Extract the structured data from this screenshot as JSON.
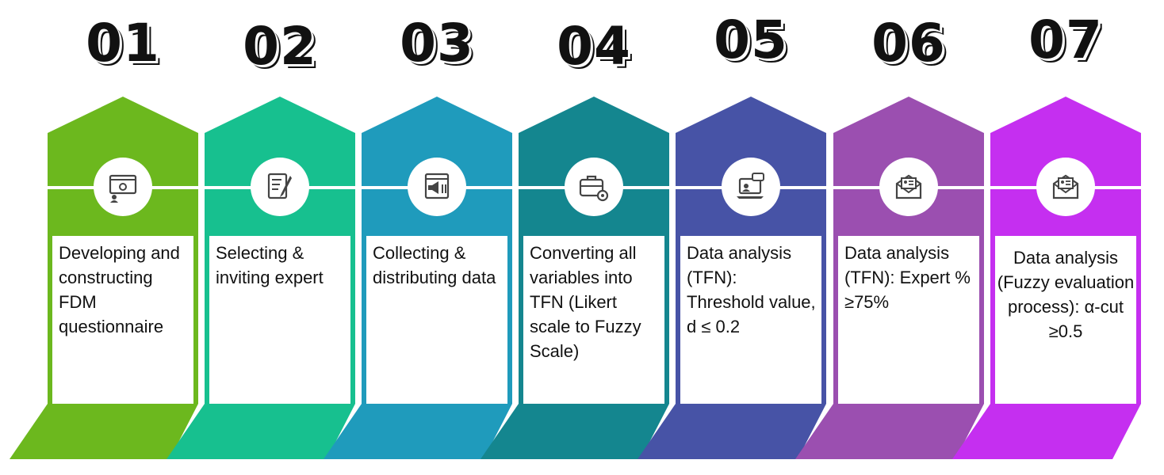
{
  "steps": [
    {
      "number": "01",
      "label": "Developing and constructing FDM questionnaire",
      "color": "#6cb81e",
      "dark": "#5aa10f",
      "icon": "settings-window-icon"
    },
    {
      "number": "02",
      "label": "Selecting & inviting expert",
      "color": "#17c08f",
      "dark": "#0ea97c",
      "icon": "document-pen-icon"
    },
    {
      "number": "03",
      "label": "Collecting & distributing data",
      "color": "#1f9bbc",
      "dark": "#1686a6",
      "icon": "megaphone-window-icon"
    },
    {
      "number": "04",
      "label": "Converting all variables into TFN (Likert scale to Fuzzy Scale)",
      "color": "#14868f",
      "dark": "#0e727b",
      "icon": "briefcase-gear-icon"
    },
    {
      "number": "05",
      "label": "Data analysis (TFN): Threshold value, d ≤ 0.2",
      "color": "#4753a6",
      "dark": "#3a4593",
      "icon": "laptop-chat-icon"
    },
    {
      "number": "06",
      "label": "Data analysis (TFN): Expert % ≥75%",
      "color": "#9b4fb0",
      "dark": "#88409d",
      "icon": "envelope-profile-icon"
    },
    {
      "number": "07",
      "label": "Data analysis (Fuzzy evaluation process): α-cut ≥0.5",
      "color": "#c52ff0",
      "dark": "#b11fdc",
      "icon": "envelope-profile-icon"
    }
  ]
}
